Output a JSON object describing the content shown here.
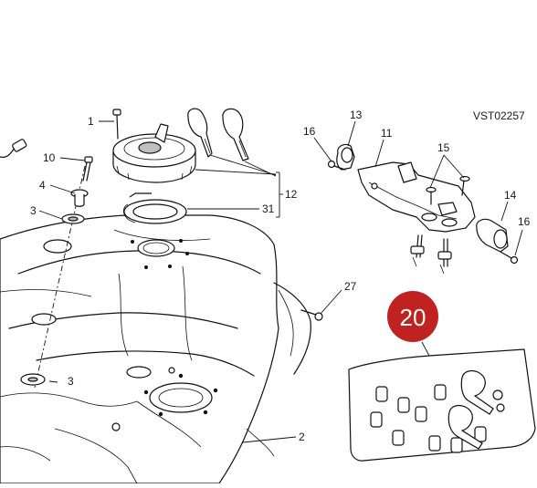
{
  "drawing": {
    "code": "VST02257",
    "badge": {
      "number": "20",
      "color": "#c0231f"
    }
  },
  "callouts": [
    {
      "id": "c1",
      "text": "1"
    },
    {
      "id": "c10",
      "text": "10"
    },
    {
      "id": "c4",
      "text": "4"
    },
    {
      "id": "c3a",
      "text": "3"
    },
    {
      "id": "c3b",
      "text": "3"
    },
    {
      "id": "c12",
      "text": "12"
    },
    {
      "id": "c31",
      "text": "31"
    },
    {
      "id": "c13",
      "text": "13"
    },
    {
      "id": "c16a",
      "text": "16"
    },
    {
      "id": "c11",
      "text": "11"
    },
    {
      "id": "c15",
      "text": "15"
    },
    {
      "id": "c14",
      "text": "14"
    },
    {
      "id": "c16b",
      "text": "16"
    },
    {
      "id": "c27",
      "text": "27"
    },
    {
      "id": "c2",
      "text": "2"
    }
  ]
}
